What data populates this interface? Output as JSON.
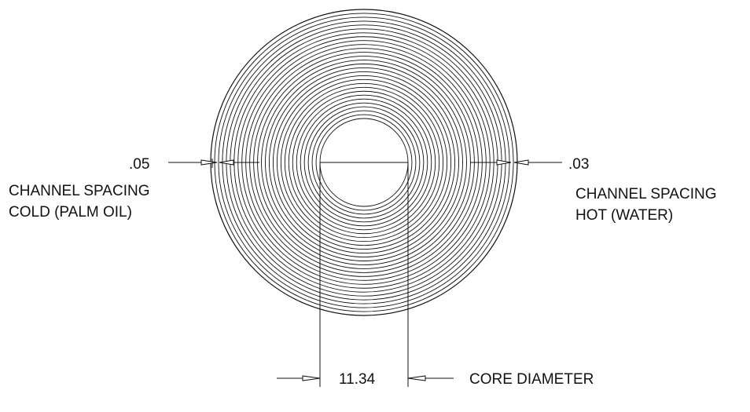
{
  "diagram": {
    "cold_side": {
      "spacing_value": ".05",
      "label_line1": "CHANNEL SPACING",
      "label_line2": "COLD (PALM OIL)"
    },
    "hot_side": {
      "spacing_value": ".03",
      "label_line1": "CHANNEL SPACING",
      "label_line2": "HOT (WATER)"
    },
    "core": {
      "diameter_value": "11.34",
      "label": "CORE DIAMETER"
    },
    "colors": {
      "line": "#111111",
      "background": "#ffffff"
    }
  }
}
